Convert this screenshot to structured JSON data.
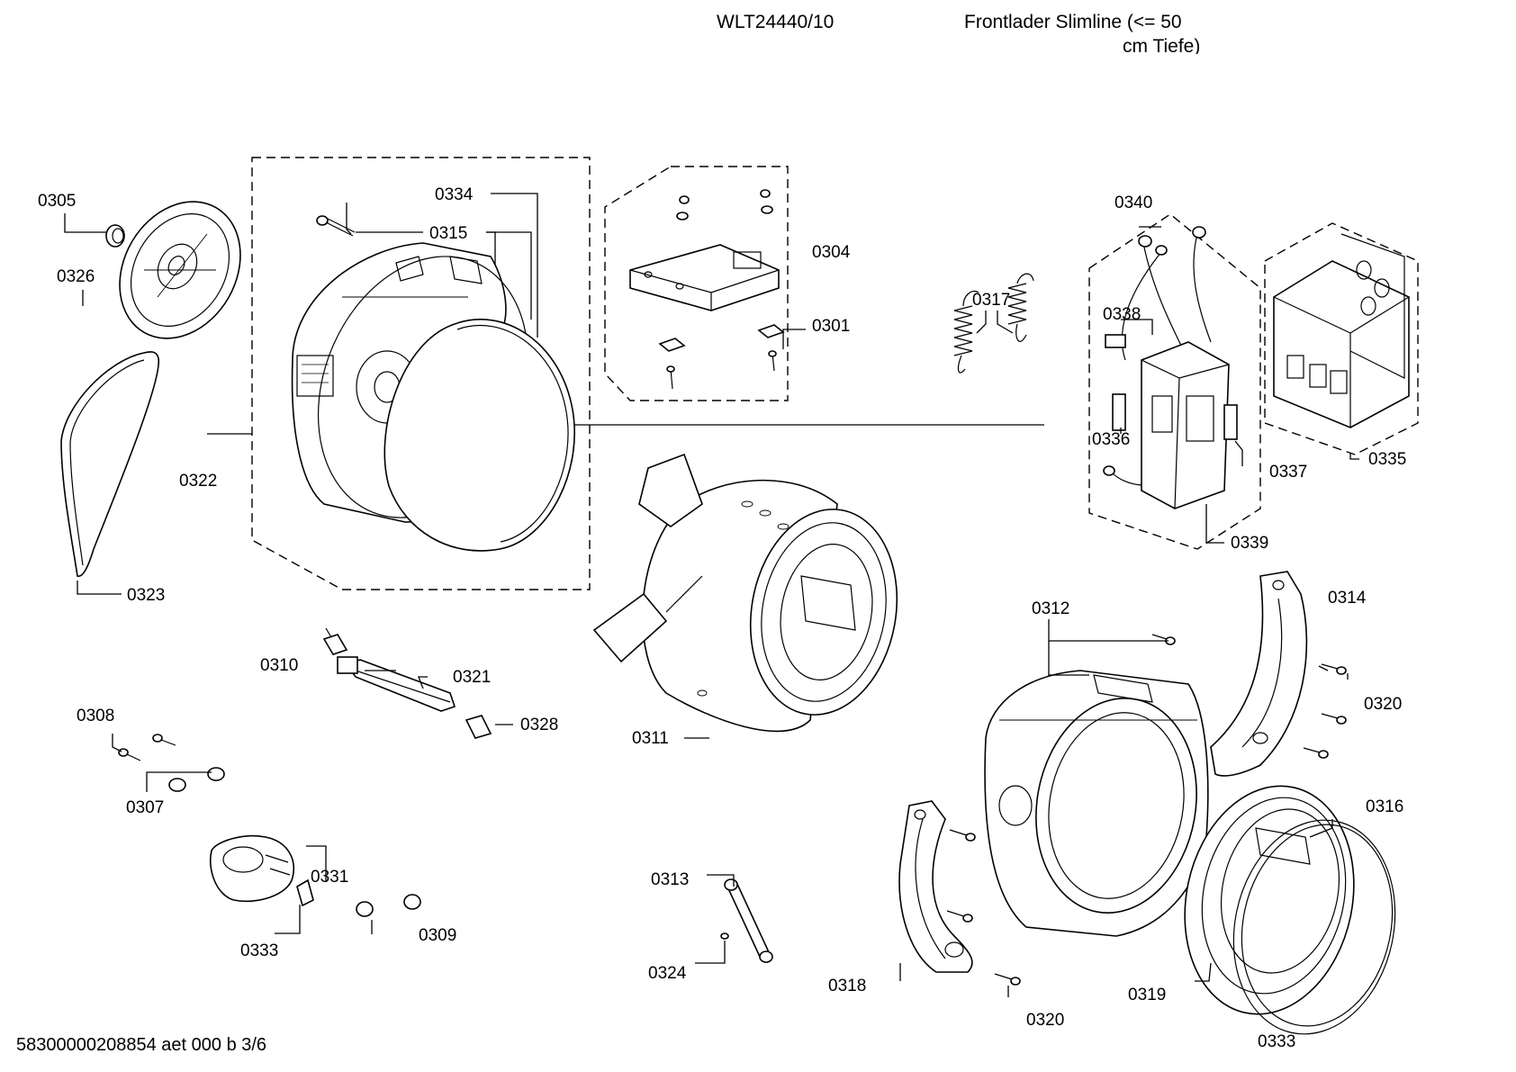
{
  "header": {
    "model": "WLT24440/10",
    "description_line1": "Frontlader Slimline (<= 50",
    "description_line2": "cm Tiefe)"
  },
  "footer": {
    "doc_id": "58300000208854 aet 000 b 3/6"
  },
  "labels": {
    "p0305": "0305",
    "p0326": "0326",
    "p0322": "0322",
    "p0323": "0323",
    "p0334": "0334",
    "p0315": "0315",
    "p0304": "0304",
    "p0301": "0301",
    "p0317": "0317",
    "p0340": "0340",
    "p0338": "0338",
    "p0336": "0336",
    "p0337": "0337",
    "p0335": "0335",
    "p0339": "0339",
    "p0310": "0310",
    "p0321": "0321",
    "p0328": "0328",
    "p0308": "0308",
    "p0307": "0307",
    "p0311": "0311",
    "p0312": "0312",
    "p0314": "0314",
    "p0320a": "0320",
    "p0316": "0316",
    "p0331": "0331",
    "p0333a": "0333",
    "p0309": "0309",
    "p0313": "0313",
    "p0324": "0324",
    "p0318": "0318",
    "p0320b": "0320",
    "p0319": "0319",
    "p0333b": "0333"
  }
}
